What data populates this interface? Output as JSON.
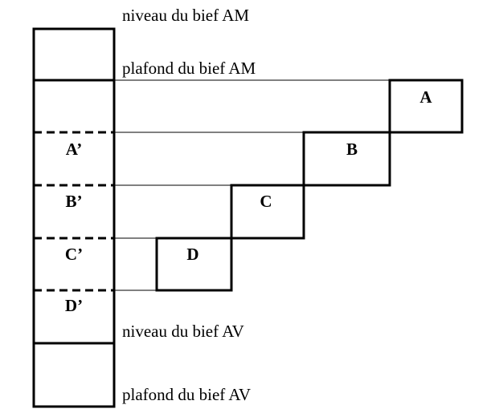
{
  "labels": {
    "niveau_am": "niveau du bief AM",
    "plafond_am": "plafond du bief AM",
    "niveau_av": "niveau du bief AV",
    "plafond_av": "plafond du bief AV"
  },
  "boxes": {
    "a": "A",
    "b": "B",
    "c": "C",
    "d": "D"
  },
  "levels": {
    "a_prime": "A’",
    "b_prime": "B’",
    "c_prime": "C’",
    "d_prime": "D’"
  }
}
